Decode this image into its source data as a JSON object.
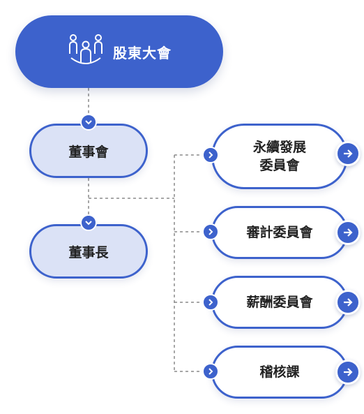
{
  "title": "股東大會",
  "left_nodes": [
    {
      "label": "董事會"
    },
    {
      "label": "董事長"
    }
  ],
  "right_nodes": [
    {
      "line1": "永續發展",
      "line2": "委員會"
    },
    {
      "label": "審計委員會"
    },
    {
      "label": "薪酬委員會"
    },
    {
      "label": "稽核課"
    }
  ],
  "icons": {
    "top": "people-group-icon",
    "connector": "chevron-icon",
    "action": "arrow-right-icon"
  },
  "colors": {
    "primary": "#3d62cc",
    "secondary_fill": "#dbe2f6",
    "connector_line": "#8a8a8a"
  }
}
